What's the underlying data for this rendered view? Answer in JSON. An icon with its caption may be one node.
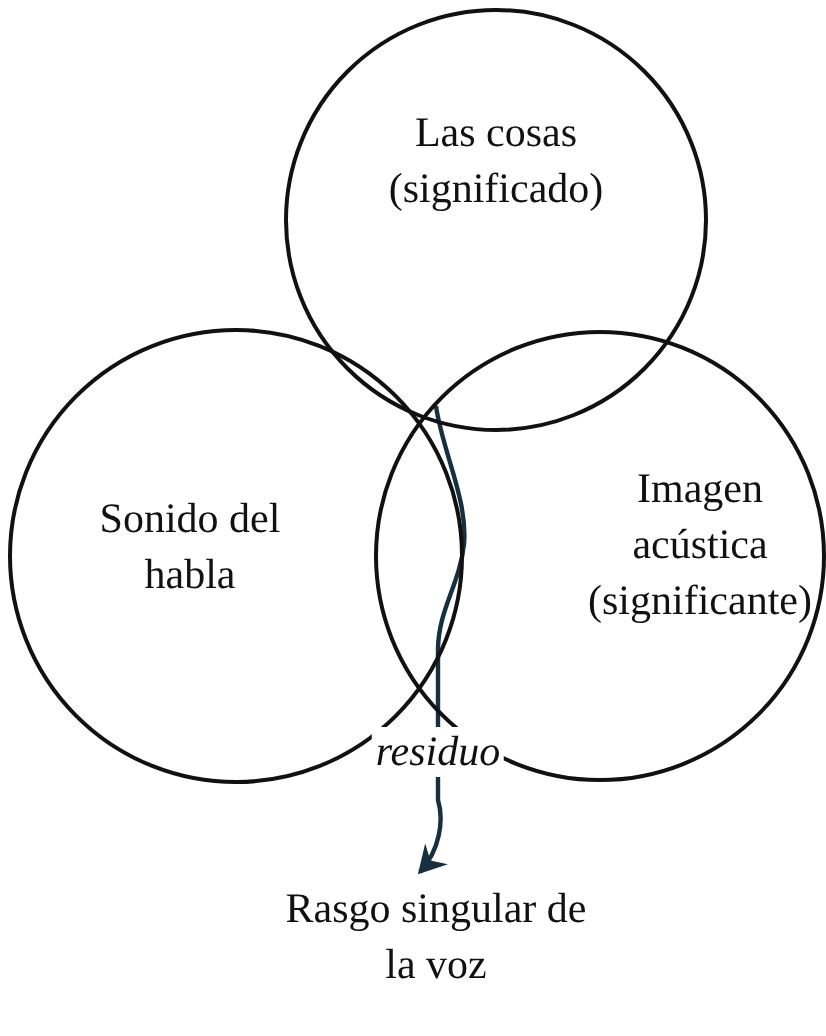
{
  "diagram": {
    "nodes": [
      {
        "text": [
          "Las cosas (significado)"
        ]
      },
      {
        "text": [
          "Sonido del habla"
        ]
      },
      {
        "text": [
          "Imagen acústica (significante)"
        ]
      },
      {
        "text": [
          "Rasgo singular de la voz"
        ]
      }
    ],
    "edges": [
      {
        "from": null,
        "to": 3,
        "arrow": "to",
        "label": "residuo",
        "color": "#163040"
      }
    ]
  }
}
